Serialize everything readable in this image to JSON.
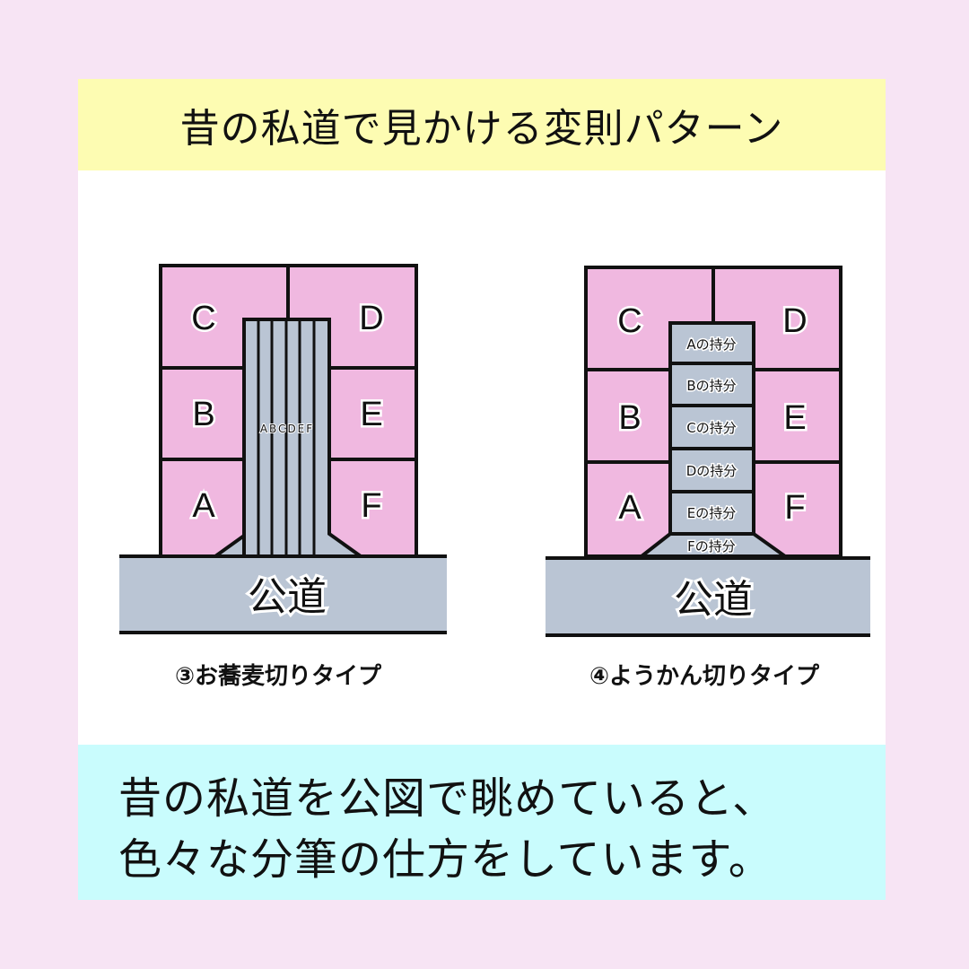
{
  "title": "昔の私道で見かける変則パターン",
  "diagram3": {
    "lots": {
      "C": "C",
      "D": "D",
      "B": "B",
      "E": "E",
      "A": "A",
      "F": "F"
    },
    "strip_label": "ABCDEF",
    "road_label": "公道",
    "caption": "③お蕎麦切りタイプ"
  },
  "diagram4": {
    "lots": {
      "C": "C",
      "D": "D",
      "B": "B",
      "E": "E",
      "A": "A",
      "F": "F"
    },
    "shares": [
      "Aの持分",
      "Bの持分",
      "Cの持分",
      "Dの持分",
      "Eの持分",
      "Fの持分"
    ],
    "road_label": "公道",
    "caption": "④ようかん切りタイプ"
  },
  "footer": {
    "line1": "昔の私道を公図で眺めていると、",
    "line2": "色々な分筆の仕方をしています。"
  },
  "colors": {
    "lot": "#f0b8e0",
    "road": "#bac5d4",
    "title_band": "#fdfcb2",
    "footer_band": "#c9fcfd",
    "background": "#f7e4f4"
  }
}
